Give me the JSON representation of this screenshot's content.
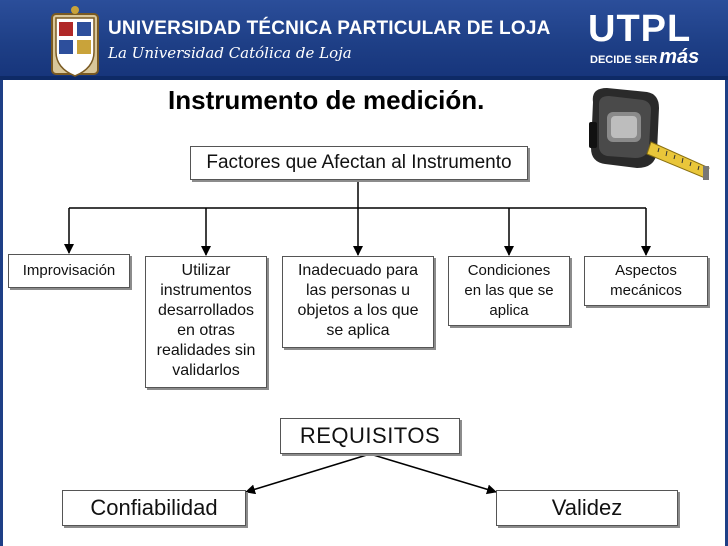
{
  "header": {
    "university": "UNIVERSIDAD TÉCNICA PARTICULAR DE LOJA",
    "subtitle": "La Universidad Católica de Loja",
    "logo": "UTPL",
    "tagline_prefix": "DECIDE SER",
    "tagline_word": "más",
    "colors": {
      "banner": "#1e3f86"
    }
  },
  "slide": {
    "title": "Instrumento de medición."
  },
  "diagram": {
    "root": "Factores que Afectan al Instrumento",
    "factors": [
      {
        "lines": [
          "Improvisación"
        ]
      },
      {
        "lines": [
          "Utilizar",
          "instrumentos",
          "desarrollados",
          "en otras",
          "realidades sin",
          "validarlos"
        ]
      },
      {
        "lines": [
          "Inadecuado para",
          "las personas u",
          "objetos a los que",
          "se aplica"
        ]
      },
      {
        "lines": [
          "Condiciones",
          "en las que se",
          "aplica"
        ]
      },
      {
        "lines": [
          "Aspectos",
          "mecánicos"
        ]
      }
    ],
    "requirements_root": "REQUISITOS",
    "requirements": [
      "Confiabilidad",
      "Validez"
    ]
  }
}
